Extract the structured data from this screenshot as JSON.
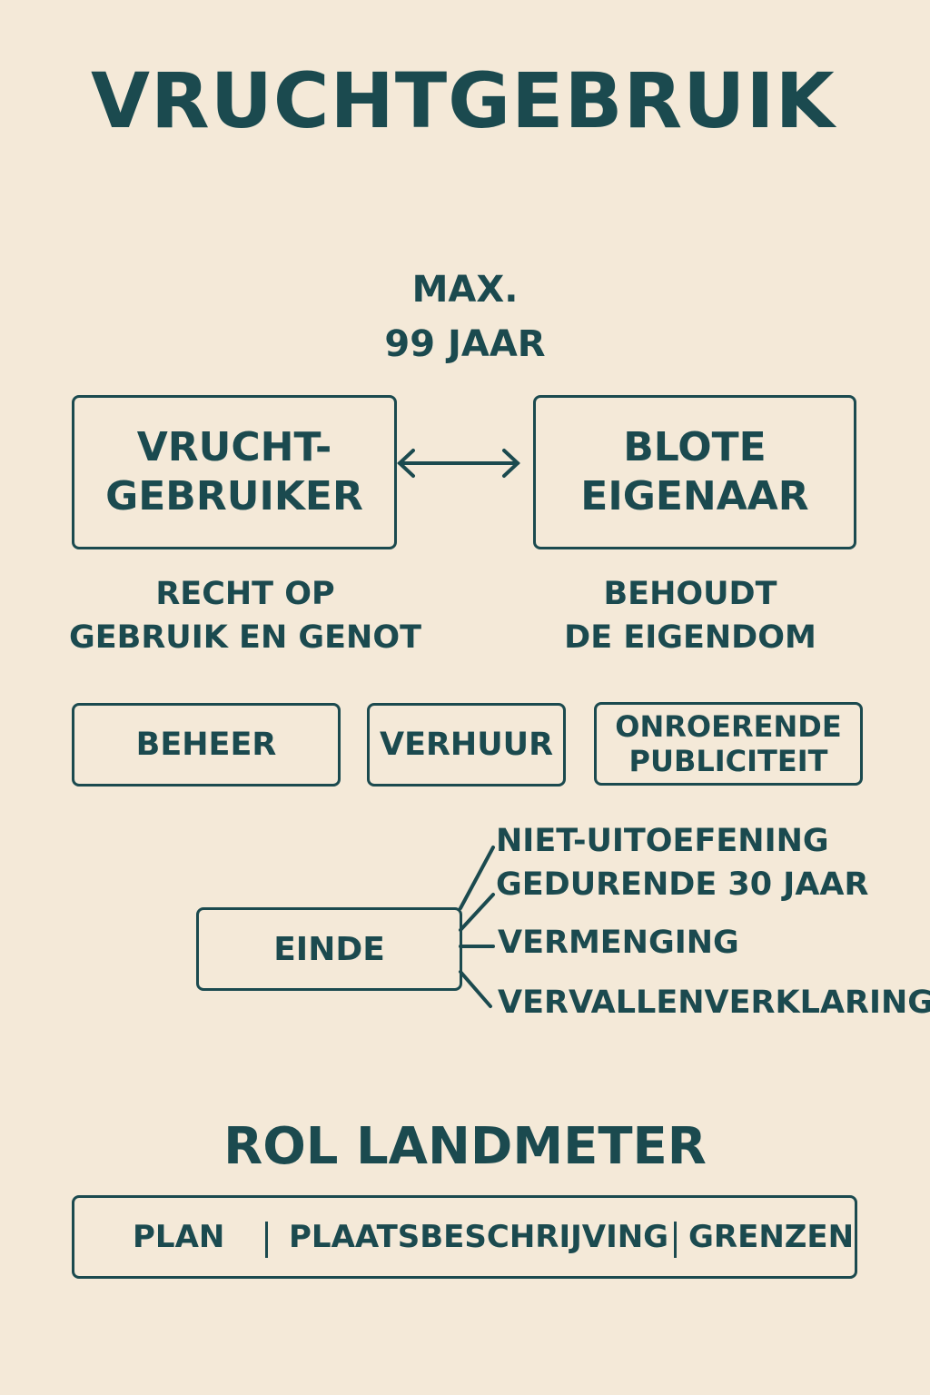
{
  "title": "VRUCHTGEBRUIK",
  "duration": {
    "line1": "MAX.",
    "line2": "99 JAAR"
  },
  "parties": {
    "left": {
      "line1": "VRUCHT-",
      "line2": "GEBRUIKER",
      "desc1": "RECHT OP",
      "desc2": "GEBRUIK EN GENOT"
    },
    "right": {
      "line1": "BLOTE",
      "line2": "EIGENAAR",
      "desc1": "BEHOUDT",
      "desc2": "DE EIGENDOM"
    }
  },
  "aspects": [
    {
      "label": "BEHEER"
    },
    {
      "label": "VERHUUR"
    },
    {
      "line1": "ONROERENDE",
      "line2": "PUBLICITEIT"
    }
  ],
  "end": {
    "label": "EINDE",
    "branches": [
      {
        "line1": "NIET-UITOEFENING",
        "line2": "GEDURENDE 30 JAAR"
      },
      {
        "label": "VERMENGING"
      },
      {
        "label": "VERVALLENVERKLARING"
      }
    ]
  },
  "surveyor": {
    "title": "ROL LANDMETER",
    "items": [
      "PLAN",
      "PLAATSBESCHRIJVING",
      "GRENZEN"
    ]
  },
  "colors": {
    "background": "#f4e9d8",
    "ink": "#1b4a4f"
  }
}
